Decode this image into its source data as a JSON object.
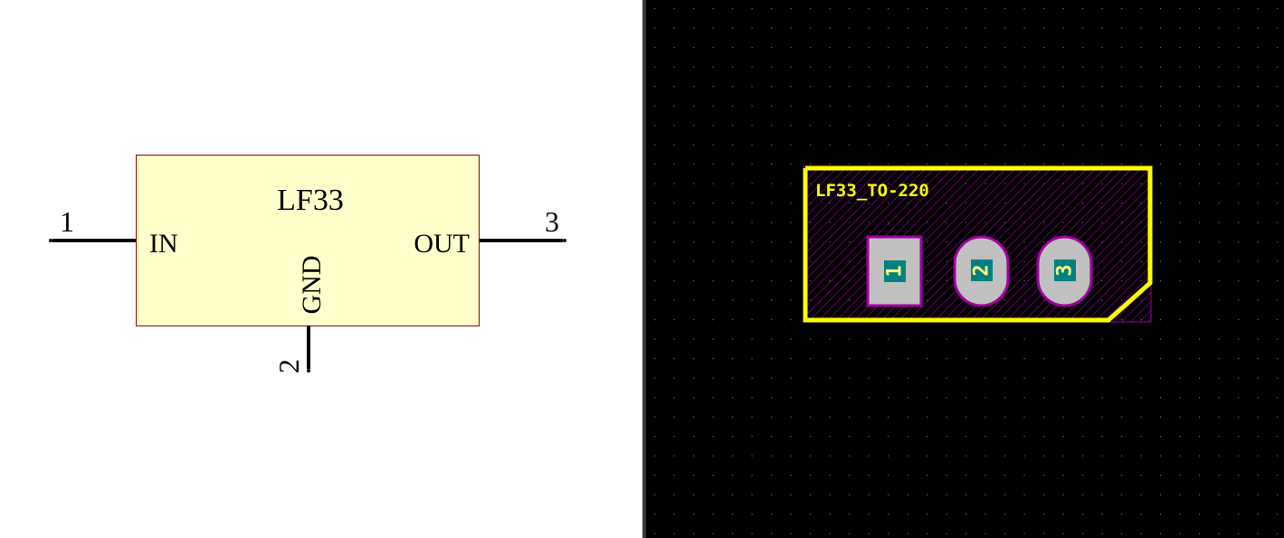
{
  "schematic": {
    "component_name": "LF33",
    "pins": [
      {
        "number": "1",
        "name": "IN"
      },
      {
        "number": "2",
        "name": "GND"
      },
      {
        "number": "3",
        "name": "OUT"
      }
    ],
    "colors": {
      "body_fill": "#ffffcc",
      "body_border": "#8b0000",
      "pin_line": "#000000"
    }
  },
  "pcb": {
    "footprint_name": "LF33_TO-220",
    "pads": [
      {
        "number": "1",
        "shape": "rect"
      },
      {
        "number": "2",
        "shape": "oval"
      },
      {
        "number": "3",
        "shape": "oval"
      }
    ],
    "colors": {
      "background": "#000000",
      "grid_dot": "#6a6a6a",
      "silkscreen": "#ffff00",
      "hatch": "#a000a0",
      "pad_fill": "#c0c0c0",
      "pad_border": "#a000a0",
      "pad_number_bg": "#008080",
      "pad_number_text": "#ffff80"
    }
  }
}
